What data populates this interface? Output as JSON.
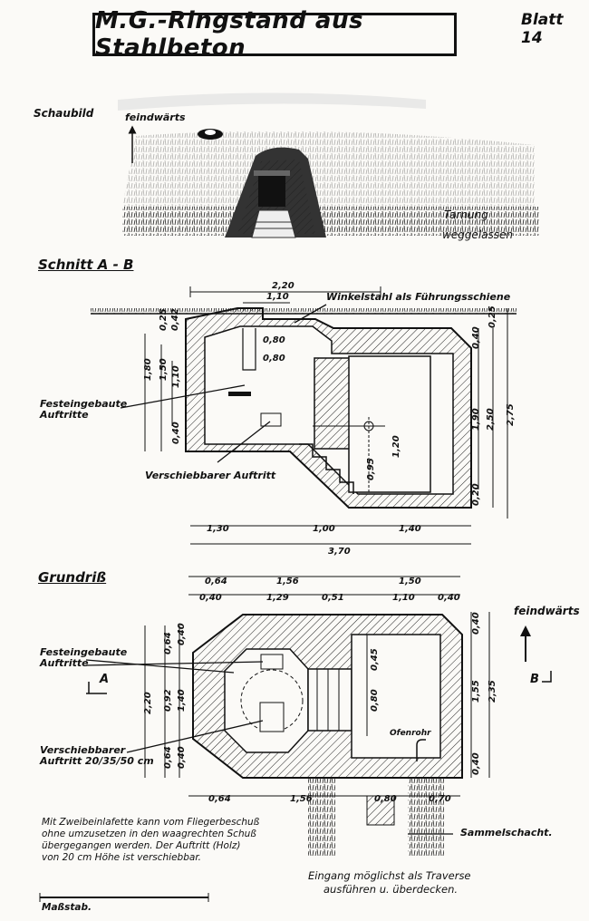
{
  "title": "M.G.-Ringstand aus Stahlbeton",
  "sheet": "Blatt 14",
  "perspective": {
    "label": "Schaubild",
    "direction": "feindwärts",
    "note_line1": "Tarnung",
    "note_line2": "weggelassen"
  },
  "section": {
    "label": "Schnitt A - B",
    "dims": {
      "top_width": "2,20",
      "opening": "1,10",
      "inner": "0,80",
      "ledge": "0,80",
      "h_total_left": "1,80",
      "h_mid_left": "1,50",
      "h_inner_left": "1,10",
      "h_small_top": "0,25",
      "h_small_top2": "0,42",
      "h_bottom_left": "0,40",
      "step_height": "0,95",
      "inner_height": "1,20",
      "right_top": "0,40",
      "right_mid": "1,90",
      "right_total": "2,50",
      "right_outer": "2,75",
      "right_top_small": "0,25",
      "right_bottom": "0,20",
      "bottom_a": "1,30",
      "bottom_b": "1,00",
      "bottom_c": "1,40",
      "bottom_total": "3,70"
    },
    "callouts": {
      "rail": "Winkelstahl als Führungsschiene",
      "fixed_steps_1": "Festeingebaute",
      "fixed_steps_2": "Auftritte",
      "movable_step": "Verschiebbarer Auftritt"
    }
  },
  "plan": {
    "label": "Grundriß",
    "direction": "feindwärts",
    "marker_a": "A",
    "marker_b": "B",
    "dims": {
      "top_a": "0,64",
      "top_b": "1,56",
      "top_c": "1,50",
      "row2_a": "0,40",
      "row2_b": "1,29",
      "row2_c": "0,51",
      "row2_d": "1,10",
      "row2_e": "0,40",
      "left_a": "0,64",
      "left_b": "0,40",
      "left_total": "2,20",
      "left_mid": "0,92",
      "left_mid2": "1,40",
      "left_c": "0,64",
      "left_d": "0,40",
      "inner_a": "0,45",
      "inner_b": "0,80",
      "right_a": "0,40",
      "right_b": "1,55",
      "right_c": "0,40",
      "right_total": "2,35",
      "bottom_a": "0,64",
      "bottom_b": "1,56",
      "bottom_c": "0,80",
      "bottom_d": "0,70"
    },
    "callouts": {
      "fixed_steps_1": "Festeingebaute",
      "fixed_steps_2": "Auftritte",
      "movable_1": "Verschiebbarer",
      "movable_2": "Auftritt 20/35/50 cm",
      "stove": "Ofenrohr",
      "sump": "Sammelschacht."
    }
  },
  "notes": {
    "line1": "Mit Zweibeinlafette kann vom Fliegerbeschuß",
    "line2": "ohne umzusetzen in den waagrechten Schuß",
    "line3": "übergegangen werden. Der Auftritt (Holz)",
    "line4": "von 20 cm Höhe ist verschiebbar.",
    "entrance1": "Eingang möglichst als Traverse",
    "entrance2": "ausführen u. überdecken.",
    "scale": "Maßstab."
  }
}
